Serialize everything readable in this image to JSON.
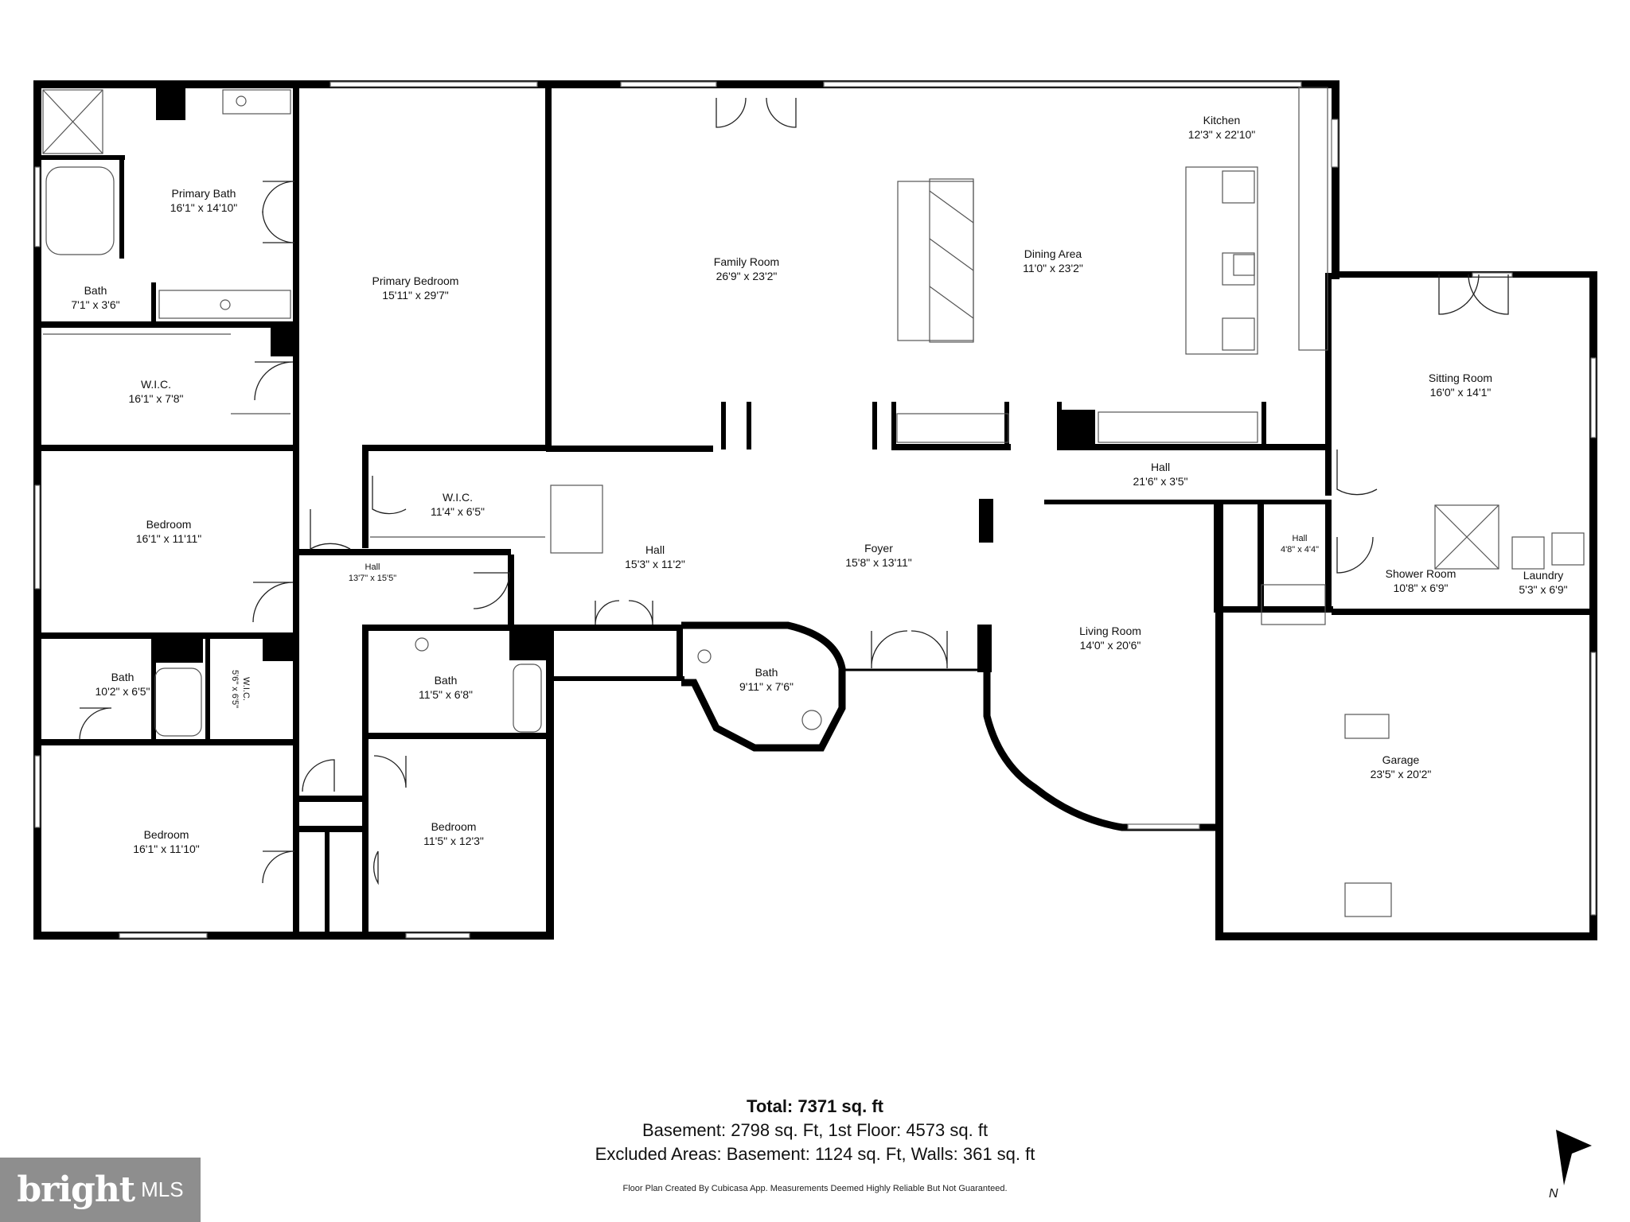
{
  "rooms": {
    "primary_bath": {
      "name": "Primary Bath",
      "dims": "16'1\" x 14'10\""
    },
    "bath_small": {
      "name": "Bath",
      "dims": "7'1\" x 3'6\""
    },
    "primary_bedroom": {
      "name": "Primary Bedroom",
      "dims": "15'11\" x 29'7\""
    },
    "wic_1": {
      "name": "W.I.C.",
      "dims": "16'1\" x 7'8\""
    },
    "wic_2": {
      "name": "W.I.C.",
      "dims": "11'4\" x 6'5\""
    },
    "wic_3": {
      "name": "W.I.C.",
      "dims": "5'6\" x 6'5\""
    },
    "family_room": {
      "name": "Family Room",
      "dims": "26'9\" x 23'2\""
    },
    "dining_area": {
      "name": "Dining Area",
      "dims": "11'0\" x 23'2\""
    },
    "kitchen": {
      "name": "Kitchen",
      "dims": "12'3\" x 22'10\""
    },
    "sitting_room": {
      "name": "Sitting Room",
      "dims": "16'0\" x 14'1\""
    },
    "hall_east": {
      "name": "Hall",
      "dims": "21'6\" x 3'5\""
    },
    "hall_small": {
      "name": "Hall",
      "dims": "4'8\" x 4'4\""
    },
    "shower_room": {
      "name": "Shower Room",
      "dims": "10'8\" x 6'9\""
    },
    "laundry": {
      "name": "Laundry",
      "dims": "5'3\" x 6'9\""
    },
    "bedroom_1": {
      "name": "Bedroom",
      "dims": "16'1\" x 11'11\""
    },
    "hall_center": {
      "name": "Hall",
      "dims": "15'3\" x 11'2\""
    },
    "foyer": {
      "name": "Foyer",
      "dims": "15'8\" x 13'11\""
    },
    "hall_west": {
      "name": "Hall",
      "dims": "13'7\" x 15'5\""
    },
    "bath_1": {
      "name": "Bath",
      "dims": "10'2\" x 6'5\""
    },
    "bath_2": {
      "name": "Bath",
      "dims": "11'5\" x 6'8\""
    },
    "bath_3": {
      "name": "Bath",
      "dims": "9'11\" x 7'6\""
    },
    "living_room": {
      "name": "Living Room",
      "dims": "14'0\" x 20'6\""
    },
    "garage": {
      "name": "Garage",
      "dims": "23'5\" x 20'2\""
    },
    "bedroom_2": {
      "name": "Bedroom",
      "dims": "16'1\" x 11'10\""
    },
    "bedroom_3": {
      "name": "Bedroom",
      "dims": "11'5\" x 12'3\""
    }
  },
  "totals": {
    "total": "Total: 7371 sq. ft",
    "floors": "Basement: 2798 sq. Ft, 1st Floor: 4573 sq. ft",
    "excluded": "Excluded Areas: Basement: 1124 sq. Ft, Walls: 361 sq. ft"
  },
  "disclaimer": "Floor Plan Created By Cubicasa App. Measurements Deemed Highly Reliable But Not Guaranteed.",
  "logo": {
    "brand": "bright",
    "suffix": "MLS"
  },
  "compass": {
    "label": "N"
  }
}
